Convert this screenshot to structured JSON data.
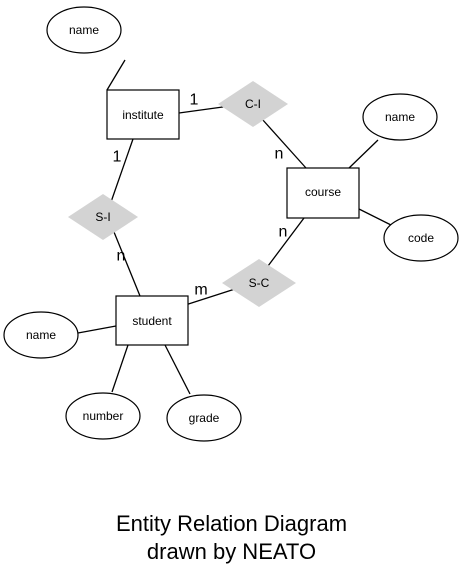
{
  "colors": {
    "relationship_fill": "#d3d3d3",
    "stroke": "#000000",
    "background": "#ffffff"
  },
  "diagram": {
    "entities": [
      {
        "id": "institute",
        "label": "institute"
      },
      {
        "id": "course",
        "label": "course"
      },
      {
        "id": "student",
        "label": "student"
      }
    ],
    "relationships": [
      {
        "id": "ci",
        "label": "C-I"
      },
      {
        "id": "si",
        "label": "S-I"
      },
      {
        "id": "sc",
        "label": "S-C"
      }
    ],
    "attributes": [
      {
        "id": "name0",
        "label": "name",
        "entity": "institute"
      },
      {
        "id": "name1",
        "label": "name",
        "entity": "course"
      },
      {
        "id": "code",
        "label": "code",
        "entity": "course"
      },
      {
        "id": "name2",
        "label": "name",
        "entity": "student"
      },
      {
        "id": "number",
        "label": "number",
        "entity": "student"
      },
      {
        "id": "grade",
        "label": "grade",
        "entity": "student"
      }
    ],
    "links": [
      {
        "from": "institute",
        "to": "ci",
        "cardinality": "1"
      },
      {
        "from": "ci",
        "to": "course",
        "cardinality": "n"
      },
      {
        "from": "institute",
        "to": "si",
        "cardinality": "1"
      },
      {
        "from": "si",
        "to": "student",
        "cardinality": "n"
      },
      {
        "from": "student",
        "to": "sc",
        "cardinality": "m"
      },
      {
        "from": "sc",
        "to": "course",
        "cardinality": "n"
      }
    ]
  },
  "caption": {
    "line1": "Entity Relation Diagram",
    "line2": "drawn by NEATO"
  }
}
